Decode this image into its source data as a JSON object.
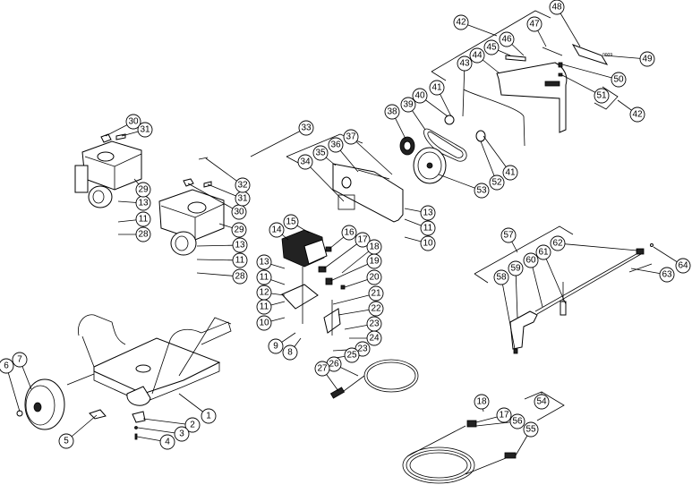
{
  "diagram": {
    "type": "exploded parts diagram - pressure washer",
    "callouts": [
      "1",
      "2",
      "3",
      "4",
      "5",
      "6",
      "7",
      "8",
      "9",
      "10",
      "11",
      "12",
      "11",
      "13",
      "14",
      "15",
      "16",
      "17",
      "18",
      "19",
      "20",
      "21",
      "22",
      "23",
      "24",
      "23",
      "25",
      "26",
      "27",
      "28",
      "11",
      "13",
      "29",
      "30",
      "31",
      "28",
      "11",
      "13",
      "29",
      "30",
      "31",
      "32",
      "33",
      "34",
      "35",
      "36",
      "37",
      "13",
      "11",
      "10",
      "38",
      "39",
      "40",
      "41",
      "42",
      "43",
      "44",
      "45",
      "46",
      "47",
      "48",
      "49",
      "50",
      "51",
      "42",
      "41",
      "52",
      "53",
      "54",
      "55",
      "56",
      "17",
      "18",
      "57",
      "58",
      "59",
      "60",
      "61",
      "62",
      "63",
      "64"
    ],
    "decal_text": "0009"
  }
}
